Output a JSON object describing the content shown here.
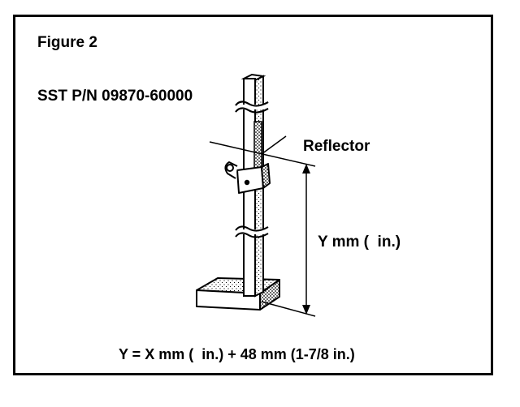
{
  "figure": {
    "title": "Figure 2",
    "part_number": "SST P/N 09870-60000",
    "reflector_label": "Reflector",
    "y_label": "Y mm (  in.)",
    "formula": "Y = X mm (  in.) + 48 mm (1-7/8 in.)"
  },
  "colors": {
    "ink": "#000000",
    "paper": "#ffffff"
  }
}
